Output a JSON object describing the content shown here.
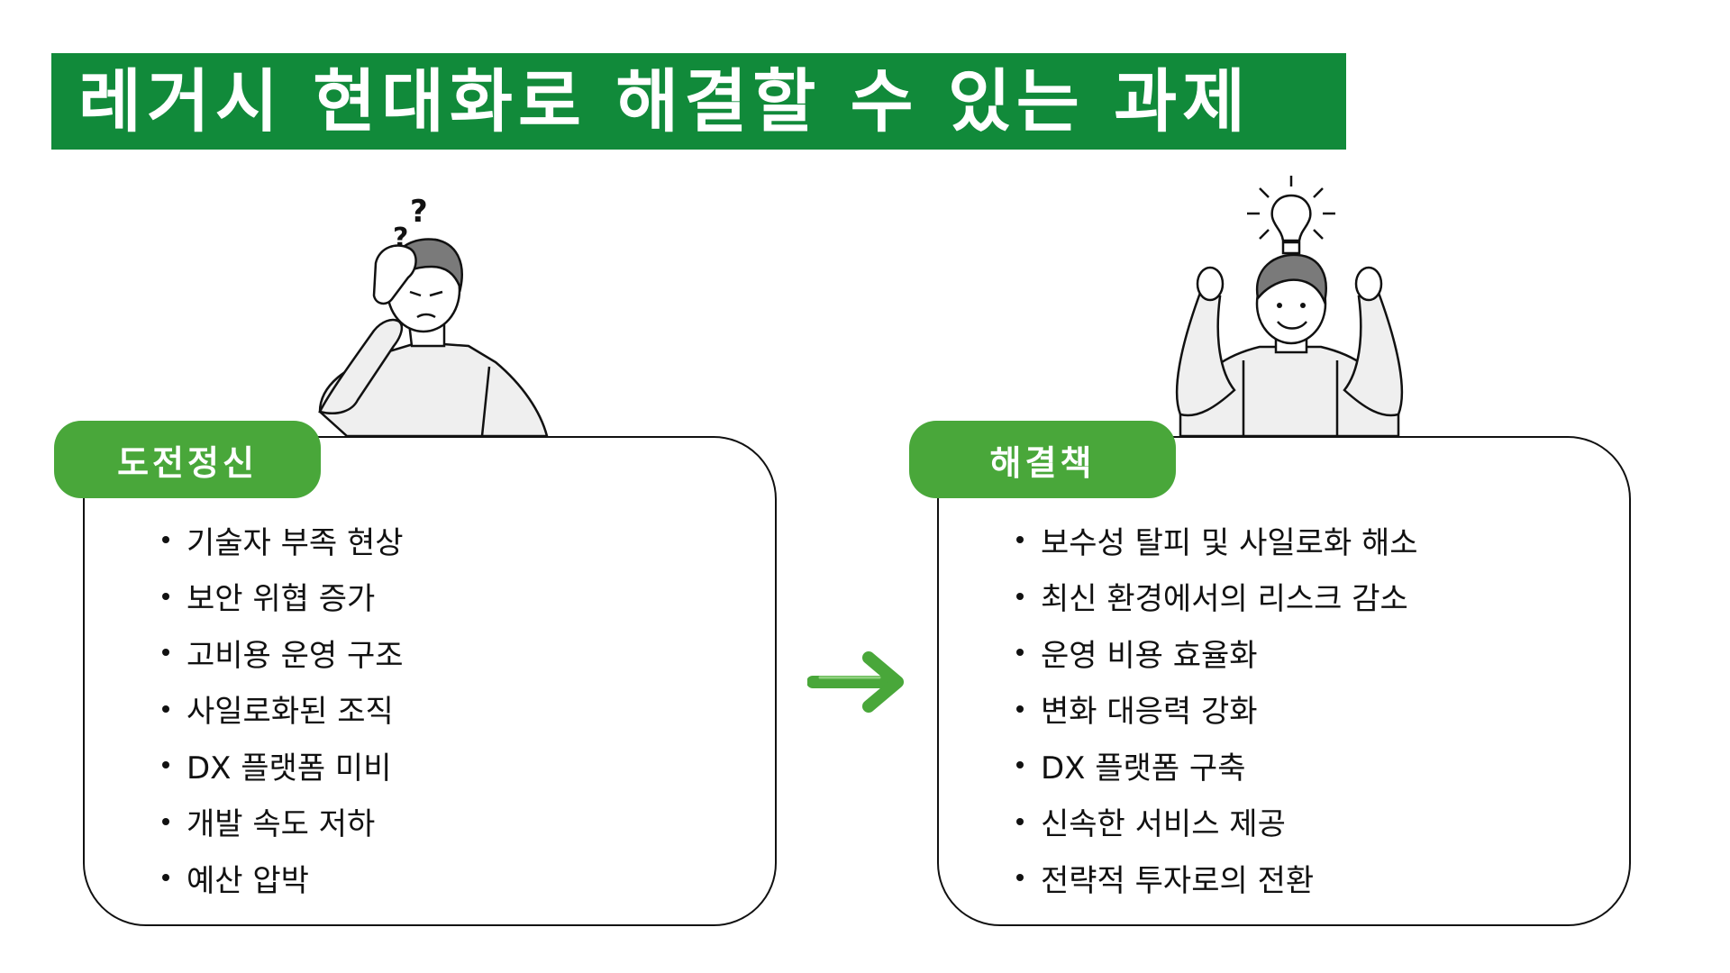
{
  "title": "레거시 현대화로 해결할 수 있는 과제",
  "left_panel": {
    "tab_label": "도전정신",
    "items": [
      "기술자 부족 현상",
      "보안 위협 증가",
      "고비용 운영 구조",
      "사일로화된 조직",
      "DX 플랫폼 미비",
      "개발 속도 저하",
      "예산 압박"
    ]
  },
  "right_panel": {
    "tab_label": "해결책",
    "items": [
      "보수성 탈피 및 사일로화 해소",
      "최신 환경에서의 리스크 감소",
      "운영 비용 효율화",
      "변화 대응력 강화",
      "DX 플랫폼 구축",
      "신속한 서비스 제공",
      "전략적 투자로의 전환"
    ]
  },
  "illustrations": {
    "left": "confused-person-icon",
    "right": "idea-person-icon",
    "question_marks": [
      "?",
      "?",
      "?"
    ]
  },
  "colors": {
    "title_bg": "#118a3a",
    "tab_bg": "#49a73a",
    "arrow": "#49a73a",
    "hair": "#7a7a7a",
    "shirt": "#efefef"
  }
}
